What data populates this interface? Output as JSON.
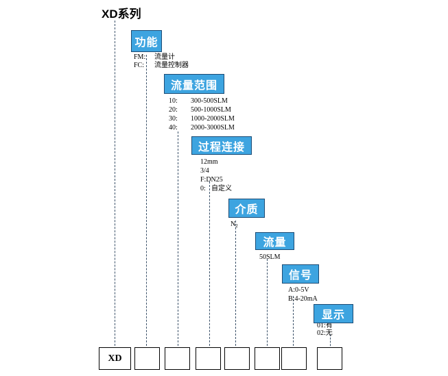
{
  "title": "XD系列",
  "colors": {
    "category_fill": "#3da4e0",
    "category_border": "#1b4a73",
    "dash_line": "#3a5068",
    "box_border": "#000000",
    "text": "#000000",
    "category_text": "#ffffff"
  },
  "categories": [
    {
      "id": "function",
      "label": "功能",
      "options": [
        {
          "code": "FM:",
          "desc": "流量计"
        },
        {
          "code": "FC:",
          "desc": "流量控制器"
        }
      ]
    },
    {
      "id": "flow-range",
      "label": "流量范围",
      "options": [
        {
          "code": "10:",
          "desc": "300-500SLM"
        },
        {
          "code": "20:",
          "desc": "500-1000SLM"
        },
        {
          "code": "30:",
          "desc": "1000-2000SLM"
        },
        {
          "code": "40:",
          "desc": "2000-3000SLM"
        }
      ]
    },
    {
      "id": "process-connection",
      "label": "过程连接",
      "options": [
        {
          "code": "12mm",
          "desc": ""
        },
        {
          "code": "3/4",
          "desc": ""
        },
        {
          "code": "F:DN25",
          "desc": ""
        },
        {
          "code": "0:",
          "desc": "自定义"
        }
      ]
    },
    {
      "id": "medium",
      "label": "介质",
      "options": [
        {
          "code": "N2",
          "desc": ""
        }
      ]
    },
    {
      "id": "flow",
      "label": "流量",
      "options": [
        {
          "code": "50SLM",
          "desc": ""
        }
      ]
    },
    {
      "id": "signal",
      "label": "信号",
      "options": [
        {
          "code": "A:0-5V",
          "desc": ""
        },
        {
          "code": "B:4-20mA",
          "desc": ""
        }
      ]
    },
    {
      "id": "display",
      "label": "显示",
      "options": [
        {
          "code": "01:有",
          "desc": ""
        },
        {
          "code": "02:无",
          "desc": ""
        }
      ]
    }
  ],
  "code_boxes": [
    {
      "value": "XD"
    },
    {
      "value": ""
    },
    {
      "value": ""
    },
    {
      "value": ""
    },
    {
      "value": ""
    },
    {
      "value": ""
    },
    {
      "value": ""
    },
    {
      "value": ""
    }
  ]
}
